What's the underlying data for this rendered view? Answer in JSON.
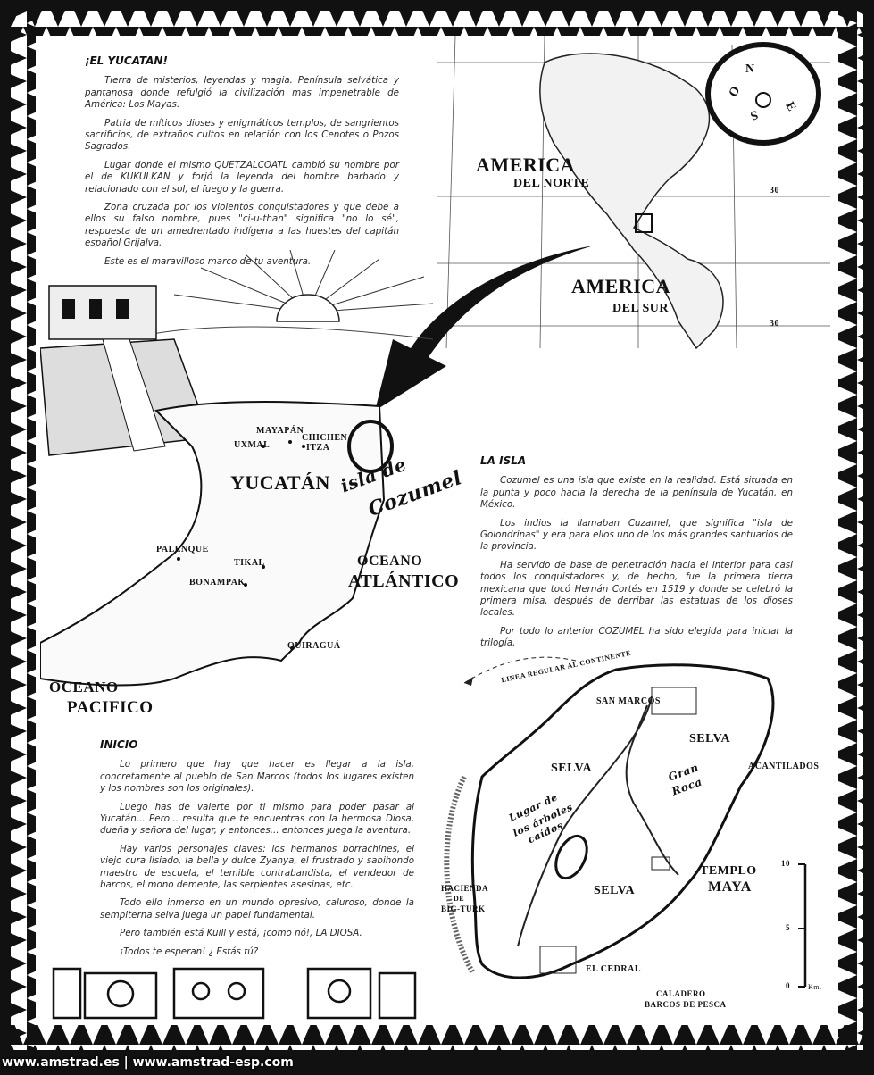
{
  "yucatan_section": {
    "title": "¡EL YUCATAN!",
    "paragraphs": [
      "Tierra de misterios, leyendas y magia. Península selvática y pantanosa donde refulgió la civilización mas impenetrable de América: Los Mayas.",
      "Patria de míticos dioses y enigmáticos templos, de sangrientos sacrificios, de extraños cultos en relación con los Cenotes o Pozos Sagrados.",
      "Lugar donde el mismo QUETZALCOATL cambió su nombre por el de KUKULKAN y forjó la leyenda del hombre barbado y relacionado con el sol, el fuego y la guerra.",
      "Zona cruzada por los violentos conquistadores y que debe a ellos su falso nombre, pues \"ci-u-than\" significa \"no lo sé\", respuesta de un amedrentado indígena a las huestes del capitán español Grijalva.",
      "Este es el maravilloso marco de tu aventura."
    ]
  },
  "isla_section": {
    "title": "LA ISLA",
    "paragraphs": [
      "Cozumel es una isla que existe en la realidad. Está situada en la punta y poco hacia la derecha de la península de Yucatán, en México.",
      "Los indios la llamaban Cuzamel, que significa \"isla de Golondrinas\" y era para ellos uno de los más grandes santuarios de la provincia.",
      "Ha servido de base de penetración hacia el interior para casi todos los conquistadores y, de hecho, fue la primera tierra mexicana que tocó Hernán Cortés en 1519 y donde se celebró la primera misa, después de derribar las estatuas de los dioses locales.",
      "Por todo lo anterior COZUMEL ha sido elegida para iniciar la trilogía."
    ]
  },
  "inicio_section": {
    "title": "INICIO",
    "paragraphs": [
      "Lo primero que hay que hacer es llegar a la isla, concretamente al pueblo de San Marcos (todos los lugares existen y los nombres son los originales).",
      "Luego has de valerte por ti mismo para poder pasar al Yucatán... Pero... resulta que te encuentras con la hermosa Diosa, dueña y señora del lugar, y entonces... entonces juega la aventura.",
      "Hay varios personajes claves: los hermanos borrachines, el viejo cura lisiado, la bella y dulce Zyanya, el frustrado y sabihondo maestro de escuela, el temible contrabandista, el vendedor de barcos, el mono demente, las serpientes asesinas, etc.",
      "Todo ello inmerso en un mundo opresivo, caluroso, donde la sempiterna selva juega un papel fundamental.",
      "Pero también está Kuill y está, ¡como nó!, LA DIOSA.",
      "¡Todos te esperan! ¿ Estás tú?"
    ]
  },
  "world_map": {
    "north": [
      "AMERICA",
      "DEL NORTE"
    ],
    "south": [
      "AMERICA",
      "DEL SUR"
    ],
    "lat_labels": [
      "30",
      "30"
    ],
    "compass": {
      "n": "N",
      "o": "O",
      "s": "S",
      "e": "E"
    }
  },
  "yucatan_map": {
    "mayapan": "MAYAPÁN",
    "uxmal": "UXMAL",
    "chichen": [
      "CHICHEN",
      "ITZA"
    ],
    "yucatan": "YUCATÁN",
    "cozumel": [
      "isla de",
      "Cozumel"
    ],
    "palenque": "PALENQUE",
    "tikal": "TIKAL",
    "bonampak": "BONAMPAK",
    "atlantico": [
      "OCEANO",
      "ATLÁNTICO"
    ],
    "quiragua": "QUIRAGUÁ",
    "pacifico": [
      "OCEANO",
      "PACIFICO"
    ]
  },
  "island_map": {
    "ferry": "LINEA REGULAR AL CONTINENTE",
    "san_marcos": "SAN MARCOS",
    "selva_ne": "SELVA",
    "selva_w": "SELVA",
    "selva_s": "SELVA",
    "acantilados": "ACANTILADOS",
    "gran_roca": [
      "Gran",
      "Roca"
    ],
    "arboles": [
      "Lugar de",
      "los árboles",
      "caídos"
    ],
    "templo": [
      "TEMPLO",
      "MAYA"
    ],
    "hacienda": [
      "HACIENDA",
      "DE",
      "BIG-TURK"
    ],
    "cedral": "EL CEDRAL",
    "caladero": [
      "CALADERO",
      "BARCOS DE PESCA"
    ],
    "scale": [
      "10",
      "5",
      "0",
      "Km."
    ]
  },
  "footer": "www.amstrad.es | www.amstrad-esp.com"
}
